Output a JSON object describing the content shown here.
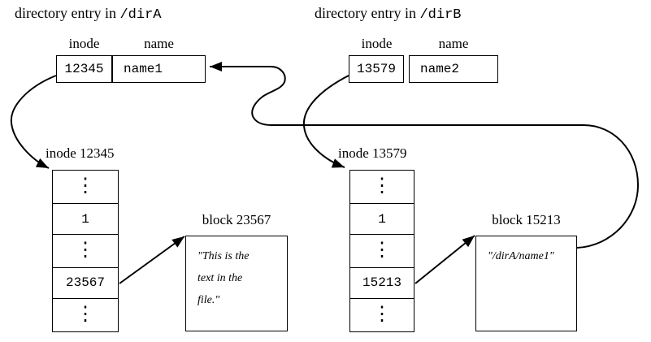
{
  "colors": {
    "line": "#000000",
    "background": "#ffffff"
  },
  "dir_a": {
    "title_prefix": "directory entry in",
    "title_path": "/dirA",
    "col_headers": {
      "inode": "inode",
      "name": "name"
    },
    "entry": {
      "inode": "12345",
      "name": "name1"
    }
  },
  "dir_b": {
    "title_prefix": "directory entry in",
    "title_path": "/dirB",
    "col_headers": {
      "inode": "inode",
      "name": "name"
    },
    "entry": {
      "inode": "13579",
      "name": "name2"
    }
  },
  "inode_left": {
    "label": "inode 12345",
    "rows": [
      "⋮",
      "1",
      "⋮",
      "23567",
      "⋮"
    ]
  },
  "inode_right": {
    "label": "inode 13579",
    "rows": [
      "⋮",
      "1",
      "⋮",
      "15213",
      "⋮"
    ]
  },
  "block_left": {
    "label": "block 23567",
    "lines": [
      "\"This is the",
      "text in the",
      "file.\""
    ]
  },
  "block_right": {
    "label": "block 15213",
    "lines": [
      "\"/dirA/name1\""
    ]
  }
}
